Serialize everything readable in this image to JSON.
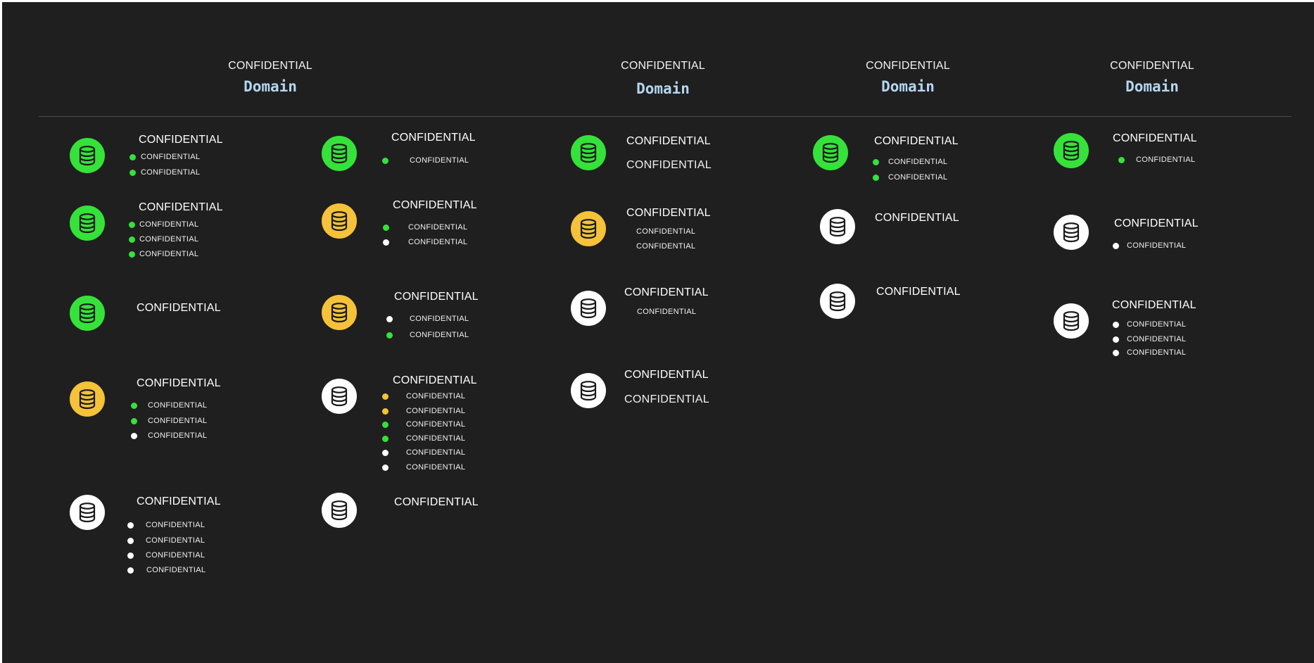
{
  "colors": {
    "background": "#1f1f1f",
    "green": "#35e23a",
    "yellow": "#f5c23a",
    "white": "#ffffff",
    "domain_text": "#b4d6f0"
  },
  "icon": "database-icon",
  "columns": [
    {
      "label": "CONFIDENTIAL",
      "domain": "Domain"
    },
    {
      "label": "CONFIDENTIAL",
      "domain": "Domain"
    },
    {
      "label": "CONFIDENTIAL",
      "domain": "Domain"
    },
    {
      "label": "CONFIDENTIAL",
      "domain": "Domain"
    }
  ],
  "nodes": [
    {
      "status": "green",
      "title": "CONFIDENTIAL",
      "items": [
        {
          "status": "green",
          "text": "CONFIDENTIAL"
        },
        {
          "status": "green",
          "text": "CONFIDENTIAL"
        }
      ]
    },
    {
      "status": "green",
      "title": "CONFIDENTIAL",
      "items": [
        {
          "status": "green",
          "text": "CONFIDENTIAL"
        },
        {
          "status": "green",
          "text": "CONFIDENTIAL"
        },
        {
          "status": "green",
          "text": "CONFIDENTIAL"
        }
      ]
    },
    {
      "status": "green",
      "title": "CONFIDENTIAL",
      "items": []
    },
    {
      "status": "yellow",
      "title": "CONFIDENTIAL",
      "items": [
        {
          "status": "green",
          "text": "CONFIDENTIAL"
        },
        {
          "status": "green",
          "text": "CONFIDENTIAL"
        },
        {
          "status": "white",
          "text": "CONFIDENTIAL"
        }
      ]
    },
    {
      "status": "white",
      "title": "CONFIDENTIAL",
      "items": [
        {
          "status": "white",
          "text": "CONFIDENTIAL"
        },
        {
          "status": "white",
          "text": "CONFIDENTIAL"
        },
        {
          "status": "white",
          "text": "CONFIDENTIAL"
        },
        {
          "status": "white",
          "text": "CONFIDENTIAL"
        }
      ]
    },
    {
      "status": "green",
      "title": "CONFIDENTIAL",
      "items": [
        {
          "status": "green",
          "text": "CONFIDENTIAL"
        }
      ]
    },
    {
      "status": "yellow",
      "title": "CONFIDENTIAL",
      "items": [
        {
          "status": "green",
          "text": "CONFIDENTIAL"
        },
        {
          "status": "white",
          "text": "CONFIDENTIAL"
        }
      ]
    },
    {
      "status": "yellow",
      "title": "CONFIDENTIAL",
      "items": [
        {
          "status": "white",
          "text": "CONFIDENTIAL"
        },
        {
          "status": "green",
          "text": "CONFIDENTIAL"
        }
      ]
    },
    {
      "status": "white",
      "title": "CONFIDENTIAL",
      "items": [
        {
          "status": "yellow",
          "text": "CONFIDENTIAL"
        },
        {
          "status": "yellow",
          "text": "CONFIDENTIAL"
        },
        {
          "status": "green",
          "text": "CONFIDENTIAL"
        },
        {
          "status": "green",
          "text": "CONFIDENTIAL"
        },
        {
          "status": "white",
          "text": "CONFIDENTIAL"
        },
        {
          "status": "white",
          "text": "CONFIDENTIAL"
        }
      ]
    },
    {
      "status": "white",
      "title": "CONFIDENTIAL",
      "items": []
    },
    {
      "status": "green",
      "title": "CONFIDENTIAL",
      "items": [
        {
          "status": "none",
          "text": "CONFIDENTIAL"
        }
      ]
    },
    {
      "status": "yellow",
      "title": "CONFIDENTIAL",
      "items": [
        {
          "status": "none",
          "text": "CONFIDENTIAL"
        },
        {
          "status": "none",
          "text": "CONFIDENTIAL"
        }
      ]
    },
    {
      "status": "white",
      "title": "CONFIDENTIAL",
      "items": [
        {
          "status": "none",
          "text": "CONFIDENTIAL"
        }
      ]
    },
    {
      "status": "white",
      "title": "CONFIDENTIAL",
      "items": [
        {
          "status": "none",
          "text": "CONFIDENTIAL"
        }
      ]
    },
    {
      "status": "green",
      "title": "CONFIDENTIAL",
      "items": [
        {
          "status": "green",
          "text": "CONFIDENTIAL"
        },
        {
          "status": "green",
          "text": "CONFIDENTIAL"
        }
      ]
    },
    {
      "status": "white",
      "title": "CONFIDENTIAL",
      "items": []
    },
    {
      "status": "white",
      "title": "CONFIDENTIAL",
      "items": []
    },
    {
      "status": "green",
      "title": "CONFIDENTIAL",
      "items": [
        {
          "status": "green",
          "text": "CONFIDENTIAL"
        }
      ]
    },
    {
      "status": "white",
      "title": "CONFIDENTIAL",
      "items": [
        {
          "status": "white",
          "text": "CONFIDENTIAL"
        }
      ]
    },
    {
      "status": "white",
      "title": "CONFIDENTIAL",
      "items": [
        {
          "status": "white",
          "text": "CONFIDENTIAL"
        },
        {
          "status": "white",
          "text": "CONFIDENTIAL"
        },
        {
          "status": "white",
          "text": "CONFIDENTIAL"
        }
      ]
    }
  ]
}
